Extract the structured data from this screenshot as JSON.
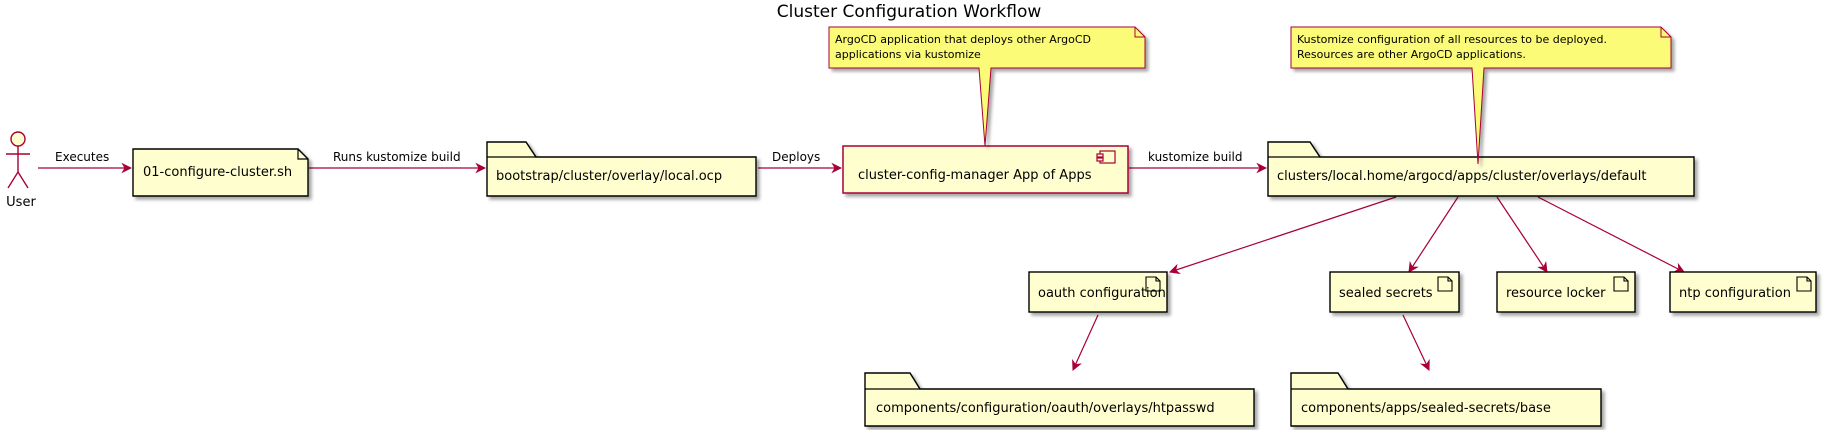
{
  "title": "Cluster Configuration Workflow",
  "colors": {
    "node_fill": "#fefece",
    "component_border": "#a80036",
    "note_fill": "#fbfb77",
    "edge": "#a80036",
    "text": "#000000"
  },
  "actor": {
    "label": "User",
    "icon": "stick-figure-actor-icon"
  },
  "nodes": {
    "script": "01-configure-cluster.sh",
    "bootstrap_folder": "bootstrap/cluster/overlay/local.ocp",
    "app_of_apps": "cluster-config-manager App of Apps",
    "clusters_folder": "clusters/local.home/argocd/apps/cluster/overlays/default",
    "oauth": "oauth configuration",
    "sealed_secrets": "sealed secrets",
    "resource_locker": "resource locker",
    "ntp": "ntp configuration",
    "oauth_folder": "components/configuration/oauth/overlays/htpasswd",
    "sealed_secrets_folder": "components/apps/sealed-secrets/base"
  },
  "edges": {
    "executes": "Executes",
    "runs_kustomize": "Runs kustomize build",
    "deploys": "Deploys",
    "kustomize_build": "kustomize build"
  },
  "notes": {
    "app_note": [
      "ArgoCD application that deploys other ArgoCD",
      "applications via kustomize"
    ],
    "kustomize_note": [
      "Kustomize configuration of all resources to be deployed.",
      "Resources are other ArgoCD applications."
    ]
  }
}
